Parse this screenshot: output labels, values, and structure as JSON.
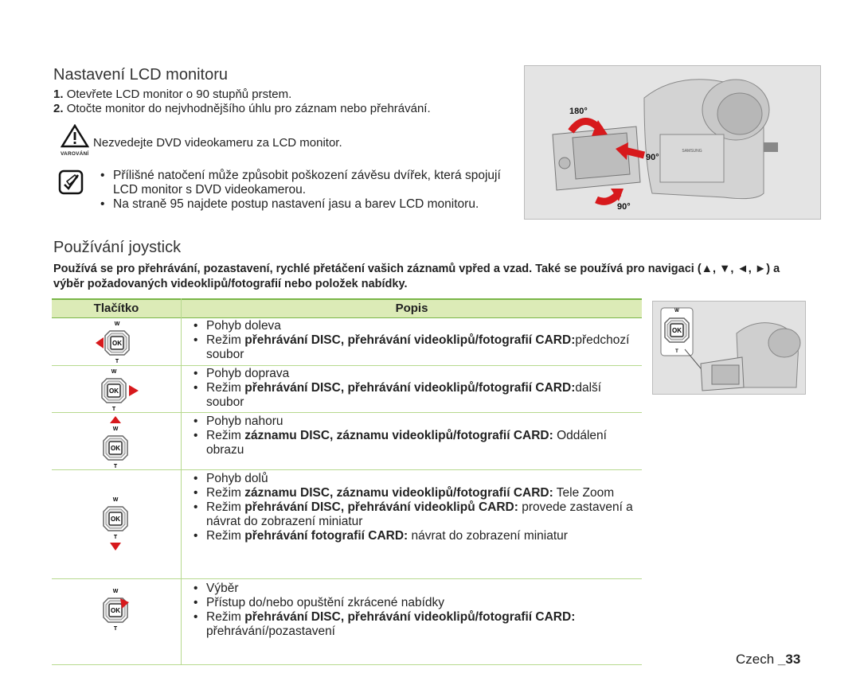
{
  "section1": {
    "title": "Nastavení LCD monitoru",
    "steps": [
      {
        "num": "1.",
        "text": "Otevřete LCD monitor o 90 stupňů prstem."
      },
      {
        "num": "2.",
        "text": "Otočte monitor do nejvhodnějšího úhlu pro záznam nebo přehrávání."
      }
    ],
    "warning_label": "VAROVÁNÍ",
    "warning_text": "Nezvedejte DVD videokameru za LCD monitor.",
    "notes": [
      "Přílišné natočení může způsobit poškození závěsu dvířek, která spojují LCD monitor s DVD videokamerou.",
      "Na straně 95 najdete postup nastavení jasu a barev LCD monitoru."
    ],
    "figure": {
      "angle_180": "180°",
      "angle_90a": "90°",
      "angle_90b": "90°",
      "brand": "SAMSUNG"
    }
  },
  "section2": {
    "title": "Používání joystick",
    "intro": "Používá se pro přehrávání, pozastavení, rychlé přetáčení vašich záznamů vpřed a vzad. Také se používá pro navigaci (▲, ▼, ◄, ►) a výběr požadovaných videoklipů/fotografií nebo položek nabídky.",
    "table": {
      "headers": [
        "Tlačítko",
        "Popis"
      ],
      "joystick": {
        "w": "W",
        "t": "T",
        "ok": "OK"
      },
      "rows": [
        {
          "items": [
            {
              "plain": "Pohyb doleva"
            },
            {
              "pre": "Režim ",
              "bold": "přehrávání DISC, přehrávání videoklipů/fotografií CARD:",
              "post": "předchozí soubor"
            }
          ]
        },
        {
          "items": [
            {
              "plain": "Pohyb doprava"
            },
            {
              "pre": "Režim ",
              "bold": "přehrávání DISC, přehrávání videoklipů/fotografií CARD:",
              "post": "další soubor"
            }
          ]
        },
        {
          "items": [
            {
              "plain": "Pohyb nahoru"
            },
            {
              "pre": "Režim ",
              "bold": "záznamu DISC, záznamu videoklipů/fotografií CARD:",
              "post": " Oddálení obrazu"
            }
          ]
        },
        {
          "items": [
            {
              "plain": "Pohyb dolů"
            },
            {
              "pre": "Režim ",
              "bold": "záznamu DISC, záznamu videoklipů/fotografií CARD:",
              "post": " Tele Zoom"
            },
            {
              "pre": "Režim ",
              "bold": "přehrávání DISC, přehrávání videoklipů CARD:",
              "post": " provede zastavení a návrat do zobrazení miniatur"
            },
            {
              "pre": "Režim ",
              "bold": "přehrávání fotografií CARD:",
              "post": " návrat do zobrazení miniatur"
            }
          ]
        },
        {
          "items": [
            {
              "plain": "Výběr"
            },
            {
              "plain": "Přístup do/nebo opuštění zkrácené nabídky"
            },
            {
              "pre": "Režim ",
              "bold": "přehrávání DISC, přehrávání videoklipů/fotografií CARD:",
              "post": " přehrávání/pozastavení"
            }
          ]
        }
      ]
    }
  },
  "footer": {
    "lang": "Czech",
    "page": "_33"
  },
  "colors": {
    "accent_green": "#7ab648",
    "header_fill": "#dcebb7",
    "arrow_red": "#d7191c"
  }
}
